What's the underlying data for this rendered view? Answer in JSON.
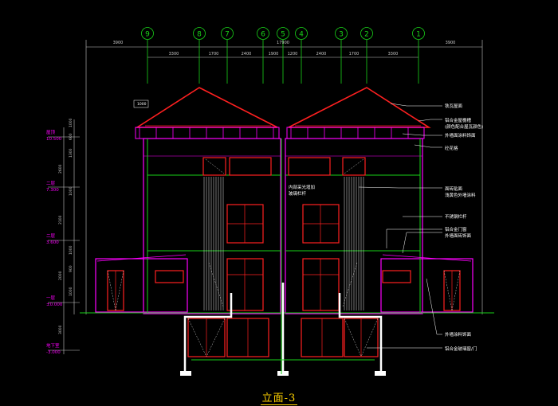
{
  "drawing": {
    "caption": "立面-3",
    "colors": {
      "background": "#000000",
      "roof": "#ff2020",
      "wall": "#ff00ff",
      "green": "#19d219",
      "white": "#ffffff",
      "yellow": "#ffd200",
      "dim": "#c8c8c8"
    },
    "axis_labels": [
      "9",
      "8",
      "7",
      "6",
      "5",
      "4",
      "3",
      "2",
      "1"
    ],
    "top_dims": {
      "overall_left": "3900",
      "overall_mid": "17900",
      "overall_right": "3900",
      "segments": [
        "3300",
        "1700",
        "2400",
        "1900",
        "1200",
        "2400",
        "1700",
        "3300"
      ]
    },
    "levels": [
      {
        "name": "屋顶",
        "elev": "10.500"
      },
      {
        "name": "二层",
        "elev": "7.300"
      },
      {
        "name": "二层",
        "elev": "3.600"
      },
      {
        "name": "一层",
        "elev": "±0.000"
      },
      {
        "name": "地下室",
        "elev": "-3.000"
      }
    ],
    "left_dims": [
      "1000",
      "600",
      "1300",
      "2600",
      "1000",
      "2100",
      "1000",
      "900",
      "2000",
      "1000",
      "3000"
    ],
    "notes": [
      "铁瓦屋面",
      "铝合金屋檐槽",
      "(颜色配合屋瓦颜色)",
      "外墙面涂料饰面",
      "砼花格",
      "面砖贴面",
      "浅黄色外墙涂料",
      "不锈钢栏杆",
      "铝合金门窗",
      "外墙面砖饰面",
      "外墙涂料饰面",
      "铝合金玻璃窗/门"
    ],
    "center_note": [
      "内部采光增加",
      "玻璃栏杆"
    ],
    "roof_dim": "1000"
  }
}
